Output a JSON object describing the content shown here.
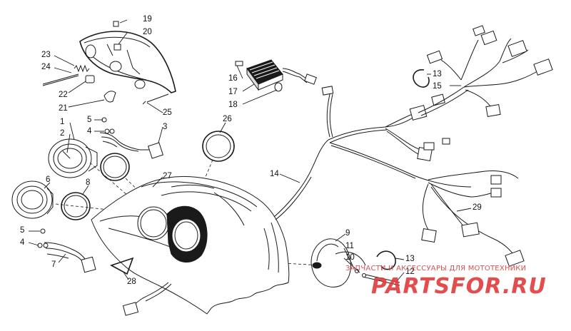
{
  "callouts": [
    {
      "id": "c19",
      "text": "19"
    },
    {
      "id": "c20",
      "text": "20"
    },
    {
      "id": "c23",
      "text": "23"
    },
    {
      "id": "c24",
      "text": "24"
    },
    {
      "id": "c22",
      "text": "22"
    },
    {
      "id": "c21",
      "text": "21"
    },
    {
      "id": "c25",
      "text": "25"
    },
    {
      "id": "c16",
      "text": "16"
    },
    {
      "id": "c17",
      "text": "17"
    },
    {
      "id": "c18",
      "text": "18"
    },
    {
      "id": "c13a",
      "text": "13"
    },
    {
      "id": "c15",
      "text": "15"
    },
    {
      "id": "c5a",
      "text": "5"
    },
    {
      "id": "c1",
      "text": "1"
    },
    {
      "id": "c2",
      "text": "2"
    },
    {
      "id": "c4a",
      "text": "4"
    },
    {
      "id": "c3",
      "text": "3"
    },
    {
      "id": "c26",
      "text": "26"
    },
    {
      "id": "c6",
      "text": "6"
    },
    {
      "id": "c8",
      "text": "8"
    },
    {
      "id": "c27",
      "text": "27"
    },
    {
      "id": "c14",
      "text": "14"
    },
    {
      "id": "c29",
      "text": "29"
    },
    {
      "id": "c5b",
      "text": "5"
    },
    {
      "id": "c4b",
      "text": "4"
    },
    {
      "id": "c7",
      "text": "7"
    },
    {
      "id": "c9",
      "text": "9"
    },
    {
      "id": "c11",
      "text": "11"
    },
    {
      "id": "c10",
      "text": "10"
    },
    {
      "id": "c13b",
      "text": "13"
    },
    {
      "id": "c12",
      "text": "12"
    },
    {
      "id": "c28",
      "text": "28"
    }
  ],
  "watermark": {
    "text": "ЗАПЧАСТИ И АКСЕССУАРЫ ДЛЯ МОТОТЕХНИКИ",
    "logo": "PARTSFOR.RU",
    "color": "#e23a3a"
  }
}
